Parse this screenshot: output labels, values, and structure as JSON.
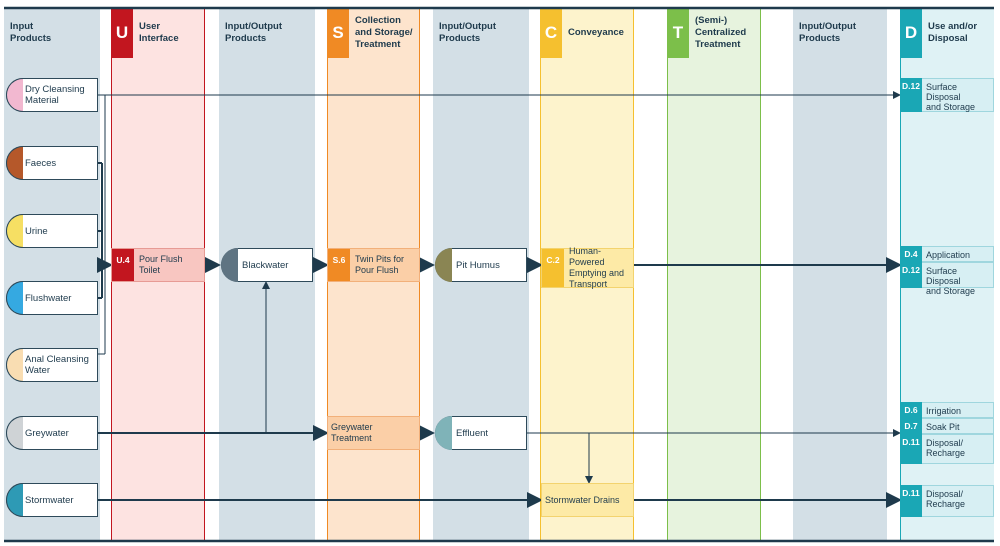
{
  "colors": {
    "frame": "#1e3a4c",
    "io_column": "#d3dfe6",
    "user_interface": "#c2161f",
    "storage": "#f08a24",
    "conveyance": "#f5c02f",
    "treatment": "#7cbf4a",
    "disposal": "#1aa7b5"
  },
  "headers": {
    "input": "Input\nProducts",
    "u_letter": "U",
    "u_label": "User Interface",
    "io1": "Input/Output\nProducts",
    "s_letter": "S",
    "s_label": "Collection\nand Storage/\nTreatment",
    "io2": "Input/Output\nProducts",
    "c_letter": "C",
    "c_label": "Conveyance",
    "t_letter": "T",
    "t_label": "(Semi-)\nCentralized\nTreatment",
    "io3": "Input/Output\nProducts",
    "d_letter": "D",
    "d_label": "Use and/or\nDisposal"
  },
  "inputs": [
    {
      "label": "Dry Cleansing\nMaterial",
      "color": "#f2b8d0"
    },
    {
      "label": "Faeces",
      "color": "#b5582a"
    },
    {
      "label": "Urine",
      "color": "#f6df63"
    },
    {
      "label": "Flushwater",
      "color": "#35a9e1"
    },
    {
      "label": "Anal Cleansing\nWater",
      "color": "#f9ddb2"
    },
    {
      "label": "Greywater",
      "color": "#cfd3d6"
    },
    {
      "label": "Stormwater",
      "color": "#2e9ab5"
    }
  ],
  "tech": {
    "u4": {
      "code": "U.4",
      "label": "Pour Flush Toilet"
    },
    "s6": {
      "code": "S.6",
      "label": "Twin Pits for\nPour Flush"
    },
    "grey_treat": {
      "label": "Greywater Treatment"
    },
    "c2": {
      "code": "C.2",
      "label": "Human-Powered\nEmptying and\nTransport"
    },
    "storm_drains": {
      "label": "Stormwater Drains"
    }
  },
  "products": {
    "blackwater": {
      "label": "Blackwater",
      "color": "#5f7482"
    },
    "pit_humus": {
      "label": "Pit Humus",
      "color": "#8a8553"
    },
    "effluent": {
      "label": "Effluent",
      "color": "#7fb3b8"
    }
  },
  "disposal": {
    "d12_top": {
      "code": "D.12",
      "label": "Surface Disposal\nand Storage"
    },
    "d4": {
      "code": "D.4",
      "label": "Application"
    },
    "d12_mid": {
      "code": "D.12",
      "label": "Surface Disposal\nand Storage"
    },
    "d6": {
      "code": "D.6",
      "label": "Irrigation"
    },
    "d7": {
      "code": "D.7",
      "label": "Soak Pit"
    },
    "d11a": {
      "code": "D.11",
      "label": "Disposal/\nRecharge"
    },
    "d11b": {
      "code": "D.11",
      "label": "Disposal/\nRecharge"
    }
  }
}
